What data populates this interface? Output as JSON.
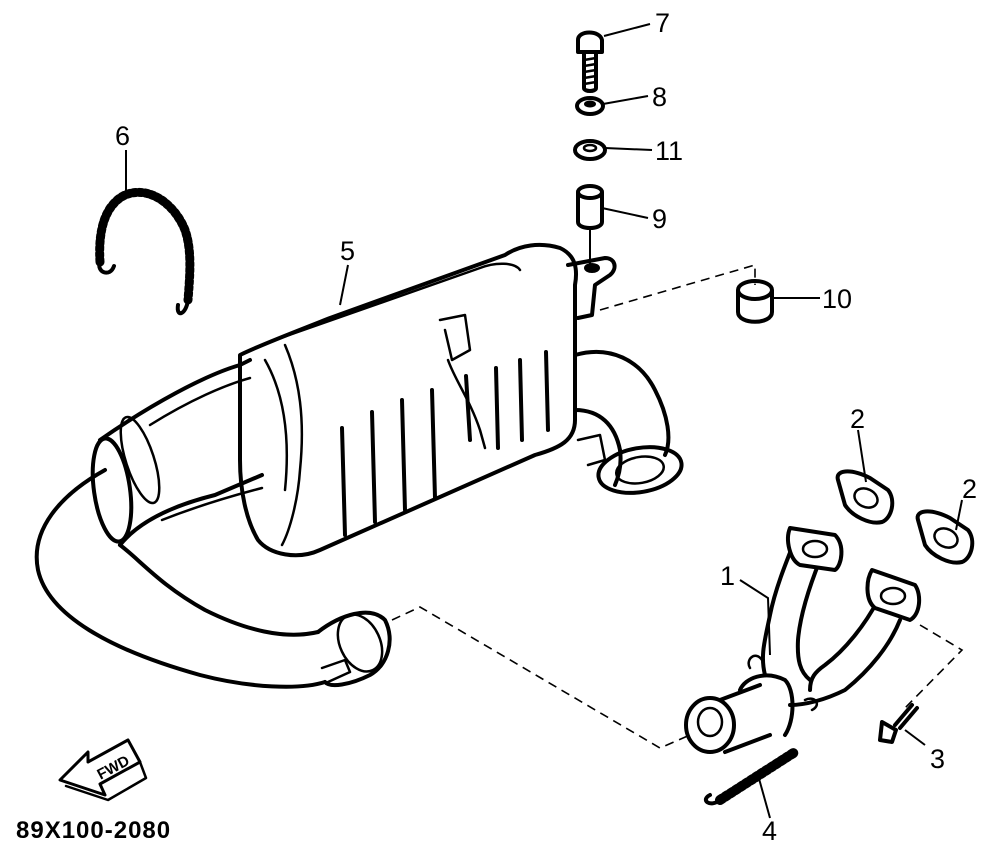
{
  "diagram": {
    "callouts": [
      {
        "id": "callout-1",
        "label": "1"
      },
      {
        "id": "callout-2a",
        "label": "2"
      },
      {
        "id": "callout-2b",
        "label": "2"
      },
      {
        "id": "callout-3",
        "label": "3"
      },
      {
        "id": "callout-4",
        "label": "4"
      },
      {
        "id": "callout-5",
        "label": "5"
      },
      {
        "id": "callout-6",
        "label": "6"
      },
      {
        "id": "callout-7",
        "label": "7"
      },
      {
        "id": "callout-8",
        "label": "8"
      },
      {
        "id": "callout-9",
        "label": "9"
      },
      {
        "id": "callout-10",
        "label": "10"
      },
      {
        "id": "callout-11",
        "label": "11"
      }
    ],
    "part_code": "89X100-2080",
    "direction_arrow_text": "FWD"
  }
}
